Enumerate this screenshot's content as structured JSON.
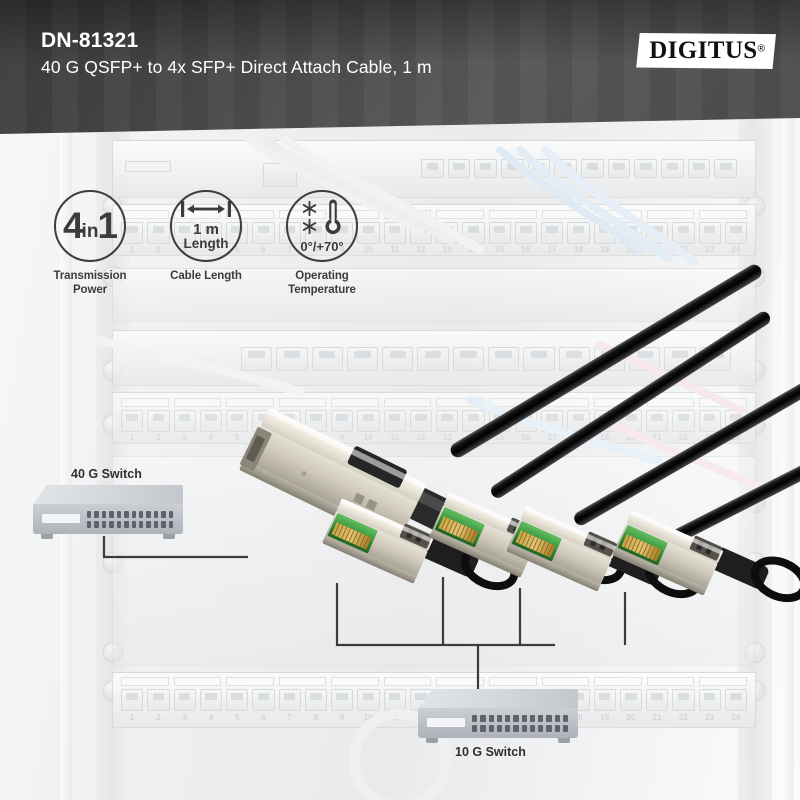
{
  "header": {
    "sku": "DN-81321",
    "subtitle": "40 G QSFP+ to 4x SFP+ Direct Attach Cable, 1 m",
    "logo_text": "DIGITUS",
    "logo_registered": "®",
    "background_color": "#4a4a4a",
    "text_color": "#ffffff"
  },
  "badges": [
    {
      "id": "transmission-power",
      "icon_name": "four-in-one-icon",
      "icon_big": "4",
      "icon_mid": "in",
      "icon_big2": "1",
      "caption_line1": "Transmission",
      "caption_line2": "Power"
    },
    {
      "id": "cable-length",
      "icon_name": "length-arrow-icon",
      "value": "1 m",
      "value_sub": "Length",
      "caption_line1": "Cable Length",
      "caption_line2": ""
    },
    {
      "id": "operating-temperature",
      "icon_name": "thermometer-snowflake-icon",
      "value": "0°/+70°",
      "caption_line1": "Operating",
      "caption_line2": "Temperature"
    }
  ],
  "diagram": {
    "switch_40g_label": "40 G Switch",
    "switch_10g_label": "10 G Switch",
    "qsfp_connector_name": "QSFP+ connector",
    "sfp_connector_name": "SFP+ connector",
    "sfp_count": 4
  },
  "background": {
    "port_numbers": [
      "1",
      "2",
      "3",
      "4",
      "5",
      "6",
      "7",
      "8",
      "9",
      "10",
      "11",
      "12",
      "13",
      "14",
      "15",
      "16",
      "17",
      "18",
      "19",
      "20",
      "21",
      "22",
      "23",
      "24"
    ]
  },
  "colors": {
    "header_dark": "#4a4a4a",
    "accent_dark": "#3c3c3c",
    "metal_light": "#ded9cd",
    "pcb_green": "#2e8a31",
    "gold_contact": "#d8b14e",
    "switch_grey": "#c3c7cc",
    "page_bg": "#f2f3f4"
  }
}
